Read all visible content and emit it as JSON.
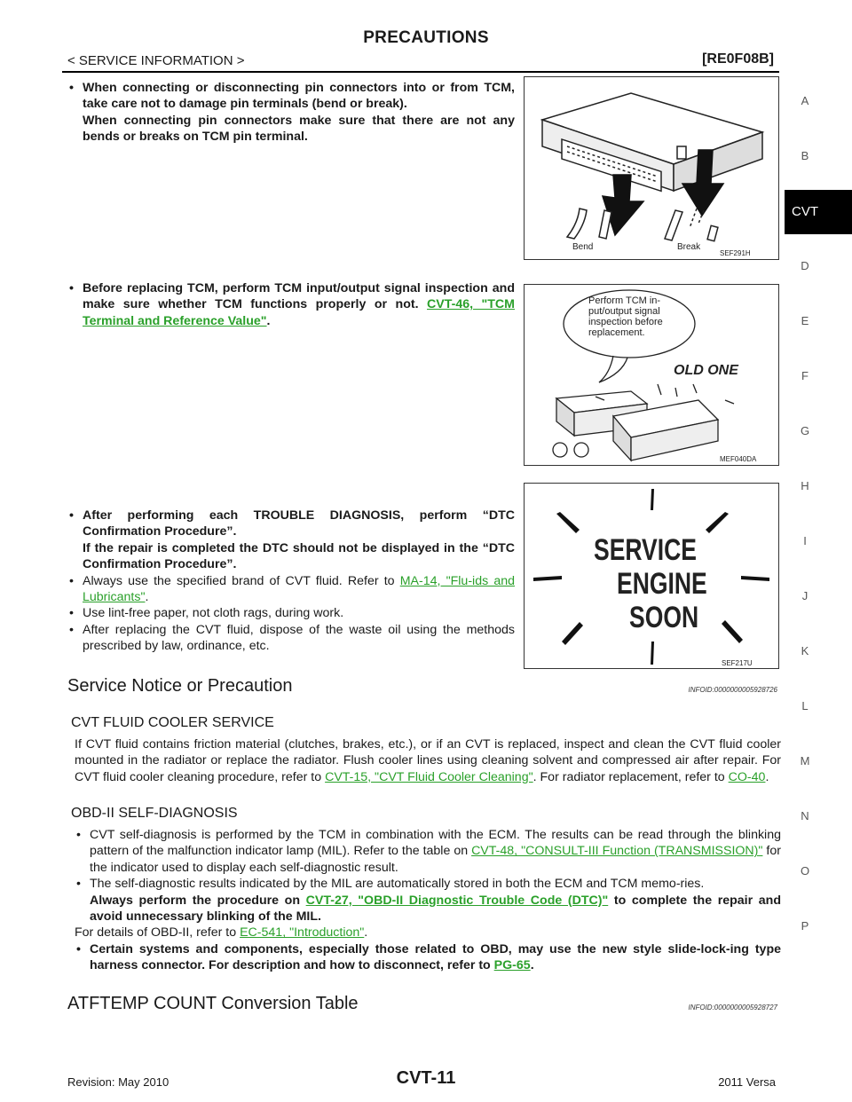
{
  "header": {
    "title": "PRECAUTIONS",
    "section": "< SERVICE INFORMATION >",
    "model_code": "[RE0F08B]"
  },
  "sidebar": {
    "letters": [
      "A",
      "B",
      "D",
      "E",
      "F",
      "G",
      "H",
      "I",
      "J",
      "K",
      "L",
      "M",
      "N",
      "O",
      "P"
    ],
    "active": "CVT"
  },
  "block1": {
    "line1": "When connecting or disconnecting pin connectors into or from TCM, take care not to damage pin terminals (bend or break).",
    "line2": "When connecting pin connectors make sure that there are not any bends or breaks on TCM pin terminal."
  },
  "fig1": {
    "code": "SEF291H",
    "bend": "Bend",
    "break": "Break"
  },
  "block2": {
    "text": "Before replacing TCM, perform TCM input/output signal inspection and make sure whether TCM functions properly or not.",
    "link": "CVT-46, \"TCM Terminal and Reference Value\"",
    "tail": "."
  },
  "fig2": {
    "code": "MEF040DA",
    "bubble": [
      "Perform TCM in-",
      "put/output signal",
      "inspection before",
      "replacement."
    ],
    "old": "OLD ONE"
  },
  "block3": {
    "bold1": "After performing each TROUBLE DIAGNOSIS, perform “DTC Confirmation Procedure”.",
    "bold2": "If the repair is completed the DTC should not be displayed in the “DTC Confirmation Procedure”.",
    "b2_pre": "Always use the specified brand of CVT fluid. Refer to",
    "b2_link": "MA-14, \"Flu-ids and Lubricants\"",
    "b2_post": ".",
    "b3": "Use lint-free paper, not cloth rags, during work.",
    "b4": "After replacing the CVT fluid, dispose of the waste oil using the methods prescribed by law, ordinance, etc."
  },
  "fig3": {
    "code": "SEF217U",
    "lines": [
      "SERVICE",
      "ENGINE",
      "SOON"
    ]
  },
  "section1": {
    "title": "Service Notice or Precaution",
    "info": "INFOID:0000000005928726"
  },
  "cooler": {
    "heading": "CVT FLUID COOLER SERVICE",
    "text": "If CVT fluid contains friction material (clutches, brakes, etc.), or if an CVT is replaced, inspect and clean the CVT fluid cooler mounted in the radiator or replace the radiator. Flush cooler lines using cleaning solvent and compressed air after repair. For CVT fluid cooler cleaning procedure, refer to",
    "link1": "CVT-15, \"CVT Fluid Cooler Cleaning\"",
    "mid": ". For radiator replacement, refer to",
    "link2": "CO-40",
    "end": "."
  },
  "obd": {
    "heading": "OBD-II SELF-DIAGNOSIS",
    "b1": "CVT self-diagnosis is performed by the TCM in combination with the ECM. The results can be read through the blinking pattern of the malfunction indicator lamp (MIL). Refer to the table on",
    "b1_link": "CVT-48, \"CONSULT-III Function (TRANSMISSION)\"",
    "b1_end": "for the indicator used to display each self-diagnostic result.",
    "b2": "The self-diagnostic results indicated by the MIL are automatically stored in both the ECM and TCM memo-ries.",
    "b2_bold": "Always perform the procedure on",
    "b2_link": "CVT-27, \"OBD-II Diagnostic Trouble Code (DTC)\"",
    "b2_bold_end": "to complete the repair and avoid unnecessary blinking of the MIL.",
    "details": "For details of OBD-II, refer to",
    "details_link": "EC-541, \"Introduction\"",
    "details_end": ".",
    "b3": "Certain systems and components, especially those related to OBD, may use the new style slide-lock-ing type harness connector. For description and how to disconnect, refer to",
    "b3_link": "PG-65",
    "b3_end": "."
  },
  "section2": {
    "title": "ATFTEMP COUNT Conversion Table",
    "info": "INFOID:0000000005928727"
  },
  "footer": {
    "revision": "Revision: May 2010",
    "page": "CVT-11",
    "model": "2011 Versa"
  }
}
